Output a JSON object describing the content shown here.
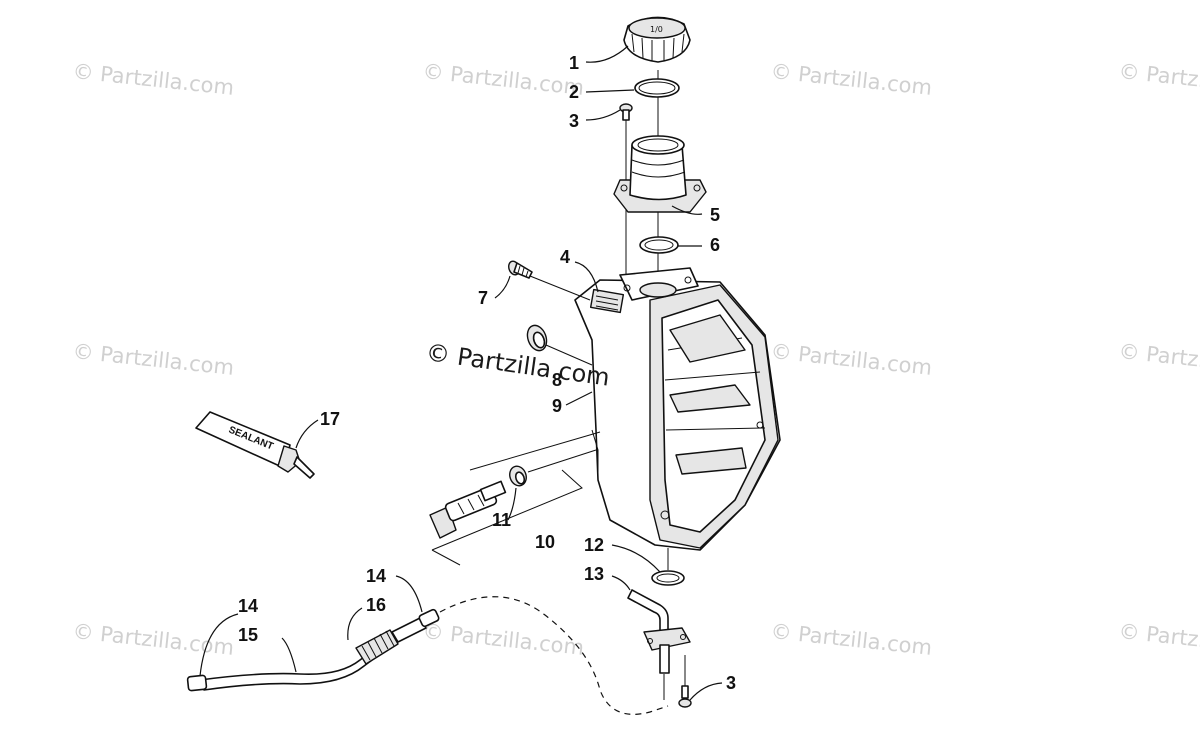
{
  "watermarks": {
    "corner_text": "© Partzilla.com",
    "main_text": "© Partzilla.com"
  },
  "labels": {
    "sealant": "SEALANT"
  },
  "callouts": [
    {
      "id": "c1",
      "text": "1"
    },
    {
      "id": "c2",
      "text": "2"
    },
    {
      "id": "c3a",
      "text": "3"
    },
    {
      "id": "c4",
      "text": "4"
    },
    {
      "id": "c5",
      "text": "5"
    },
    {
      "id": "c6",
      "text": "6"
    },
    {
      "id": "c7",
      "text": "7"
    },
    {
      "id": "c8",
      "text": "8"
    },
    {
      "id": "c9",
      "text": "9"
    },
    {
      "id": "c10",
      "text": "10"
    },
    {
      "id": "c11",
      "text": "11"
    },
    {
      "id": "c12",
      "text": "12"
    },
    {
      "id": "c13",
      "text": "13"
    },
    {
      "id": "c14a",
      "text": "14"
    },
    {
      "id": "c14b",
      "text": "14"
    },
    {
      "id": "c15",
      "text": "15"
    },
    {
      "id": "c16",
      "text": "16"
    },
    {
      "id": "c17",
      "text": "17"
    },
    {
      "id": "c3b",
      "text": "3"
    }
  ],
  "colors": {
    "line": "#111111",
    "watermark": "#d0d0d0",
    "background": "#ffffff"
  }
}
